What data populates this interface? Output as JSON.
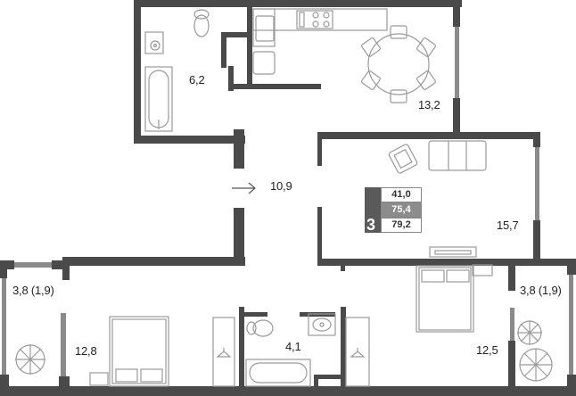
{
  "plan": {
    "rooms": [
      {
        "id": "bathroom-top",
        "label": "6,2"
      },
      {
        "id": "kitchen",
        "label": "13,2"
      },
      {
        "id": "hallway",
        "label": "10,9"
      },
      {
        "id": "living-room",
        "label": "15,7"
      },
      {
        "id": "balcony-left",
        "label": "3,8 (1,9)"
      },
      {
        "id": "bedroom-left",
        "label": "12,8"
      },
      {
        "id": "bathroom-bottom",
        "label": "4,1"
      },
      {
        "id": "bedroom-right",
        "label": "12,5"
      },
      {
        "id": "balcony-right",
        "label": "3,8 (1,9)"
      }
    ],
    "summary": {
      "rooms_count": "3",
      "living_area": "41,0",
      "total_area": "75,4",
      "total_area_with_balconies": "79,2"
    },
    "colors": {
      "wall": "#4a4a4a",
      "window": "#8a8a8a",
      "furniture_stroke": "#9a9a9a"
    }
  }
}
